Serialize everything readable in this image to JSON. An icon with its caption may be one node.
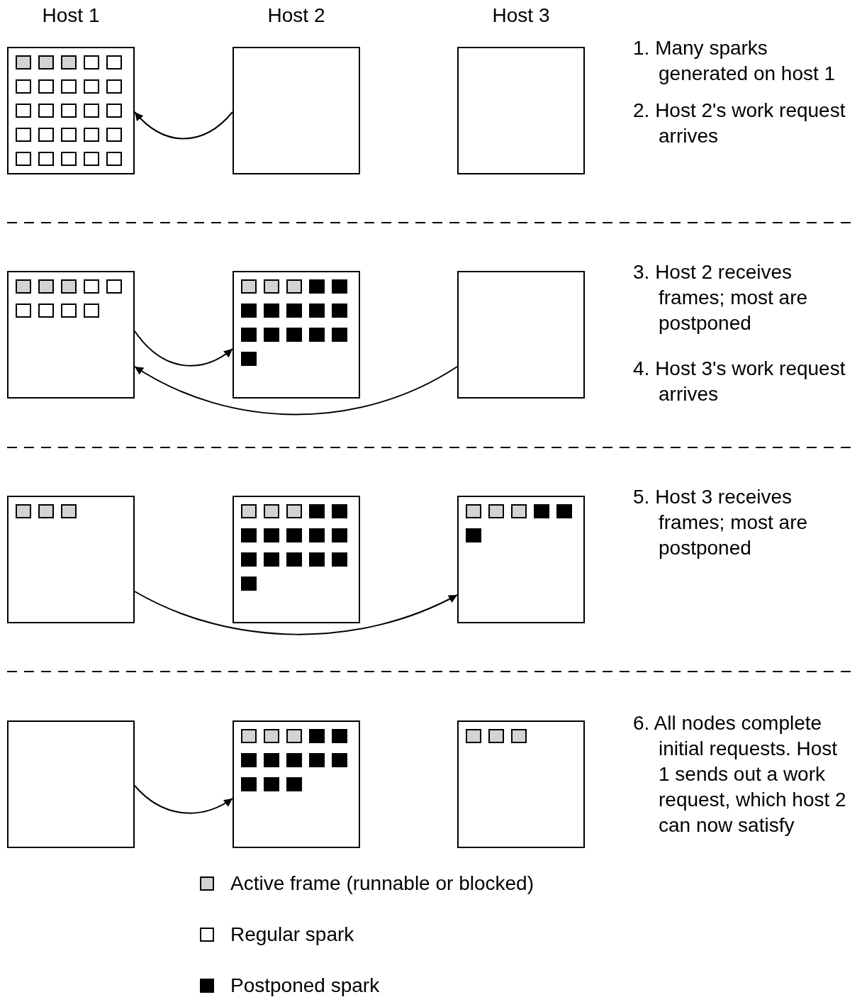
{
  "diagram": {
    "nodes": [
      {
        "text": [],
        "shape": "box"
      },
      {
        "text": [],
        "shape": "box"
      },
      {
        "text": [],
        "shape": "box"
      },
      {
        "text": [],
        "shape": "box"
      },
      {
        "text": [],
        "shape": "box"
      },
      {
        "text": [],
        "shape": "box"
      },
      {
        "text": [],
        "shape": "box"
      },
      {
        "text": [],
        "shape": "box"
      },
      {
        "text": [],
        "shape": "box"
      },
      {
        "text": [],
        "shape": "box"
      },
      {
        "text": [],
        "shape": "box"
      },
      {
        "text": [],
        "shape": "box"
      }
    ],
    "edges": [
      {
        "from": 1,
        "to": 0,
        "arrow": "to"
      },
      {
        "from": 3,
        "to": 4,
        "arrow": "to"
      },
      {
        "from": 5,
        "to": 3,
        "arrow": "to"
      },
      {
        "from": 6,
        "to": 8,
        "arrow": "to"
      },
      {
        "from": 9,
        "to": 10,
        "arrow": "to"
      }
    ],
    "labels": [
      "Host 1",
      "Host 2",
      "Host 3",
      "1. Many sparks generated on host 1",
      "2. Host 2's work request arrives",
      "3. Host 2 receives frames; most are postponed",
      "4. Host 3's work request arrives",
      "5. Host 3 receives frames; most are postponed",
      "6. All nodes complete initial requests. Host 1 sends out a work request, which host 2 can now satisfy"
    ],
    "legend": [
      {
        "text": "Active frame (runnable or blocked)",
        "color": "#d3d3d3"
      },
      {
        "text": "Regular spark",
        "color": "#ffffff"
      },
      {
        "text": "Postponed spark",
        "color": "#000000"
      }
    ]
  }
}
